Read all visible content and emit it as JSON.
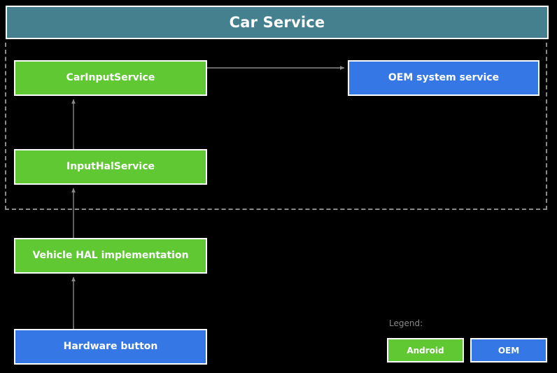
{
  "diagram": {
    "title": "Car Service",
    "background_color": "#000000",
    "header": {
      "label": "Car Service",
      "color": "#45808f"
    },
    "colors": {
      "android": "#5fc832",
      "oem": "#3578e5",
      "header": "#45808f",
      "border": "#ffffff",
      "connector": "#8a8a8a",
      "dashed_boundary": "#8a8a8a"
    },
    "nodes": [
      {
        "id": "carinputservice",
        "label": "CarInputService",
        "type": "android",
        "inside_car_service": true
      },
      {
        "id": "oemsystem",
        "label": "OEM system service",
        "type": "oem",
        "inside_car_service": true
      },
      {
        "id": "inputhalservice",
        "label": "InputHalService",
        "type": "android",
        "inside_car_service": true
      },
      {
        "id": "vehiclehal",
        "label": "Vehicle HAL implementation",
        "type": "android",
        "inside_car_service": false
      },
      {
        "id": "hardwarebutton",
        "label": "Hardware button",
        "type": "oem",
        "inside_car_service": false
      }
    ],
    "edges": [
      {
        "from": "carinputservice",
        "to": "oemsystem",
        "direction": "right"
      },
      {
        "from": "inputhalservice",
        "to": "carinputservice",
        "direction": "up"
      },
      {
        "from": "vehiclehal",
        "to": "inputhalservice",
        "direction": "up"
      },
      {
        "from": "hardwarebutton",
        "to": "vehiclehal",
        "direction": "up"
      }
    ],
    "legend": {
      "title": "Legend:",
      "items": [
        {
          "label": "Android",
          "type": "android",
          "color": "#5fc832"
        },
        {
          "label": "OEM",
          "type": "oem",
          "color": "#3578e5"
        }
      ]
    }
  }
}
